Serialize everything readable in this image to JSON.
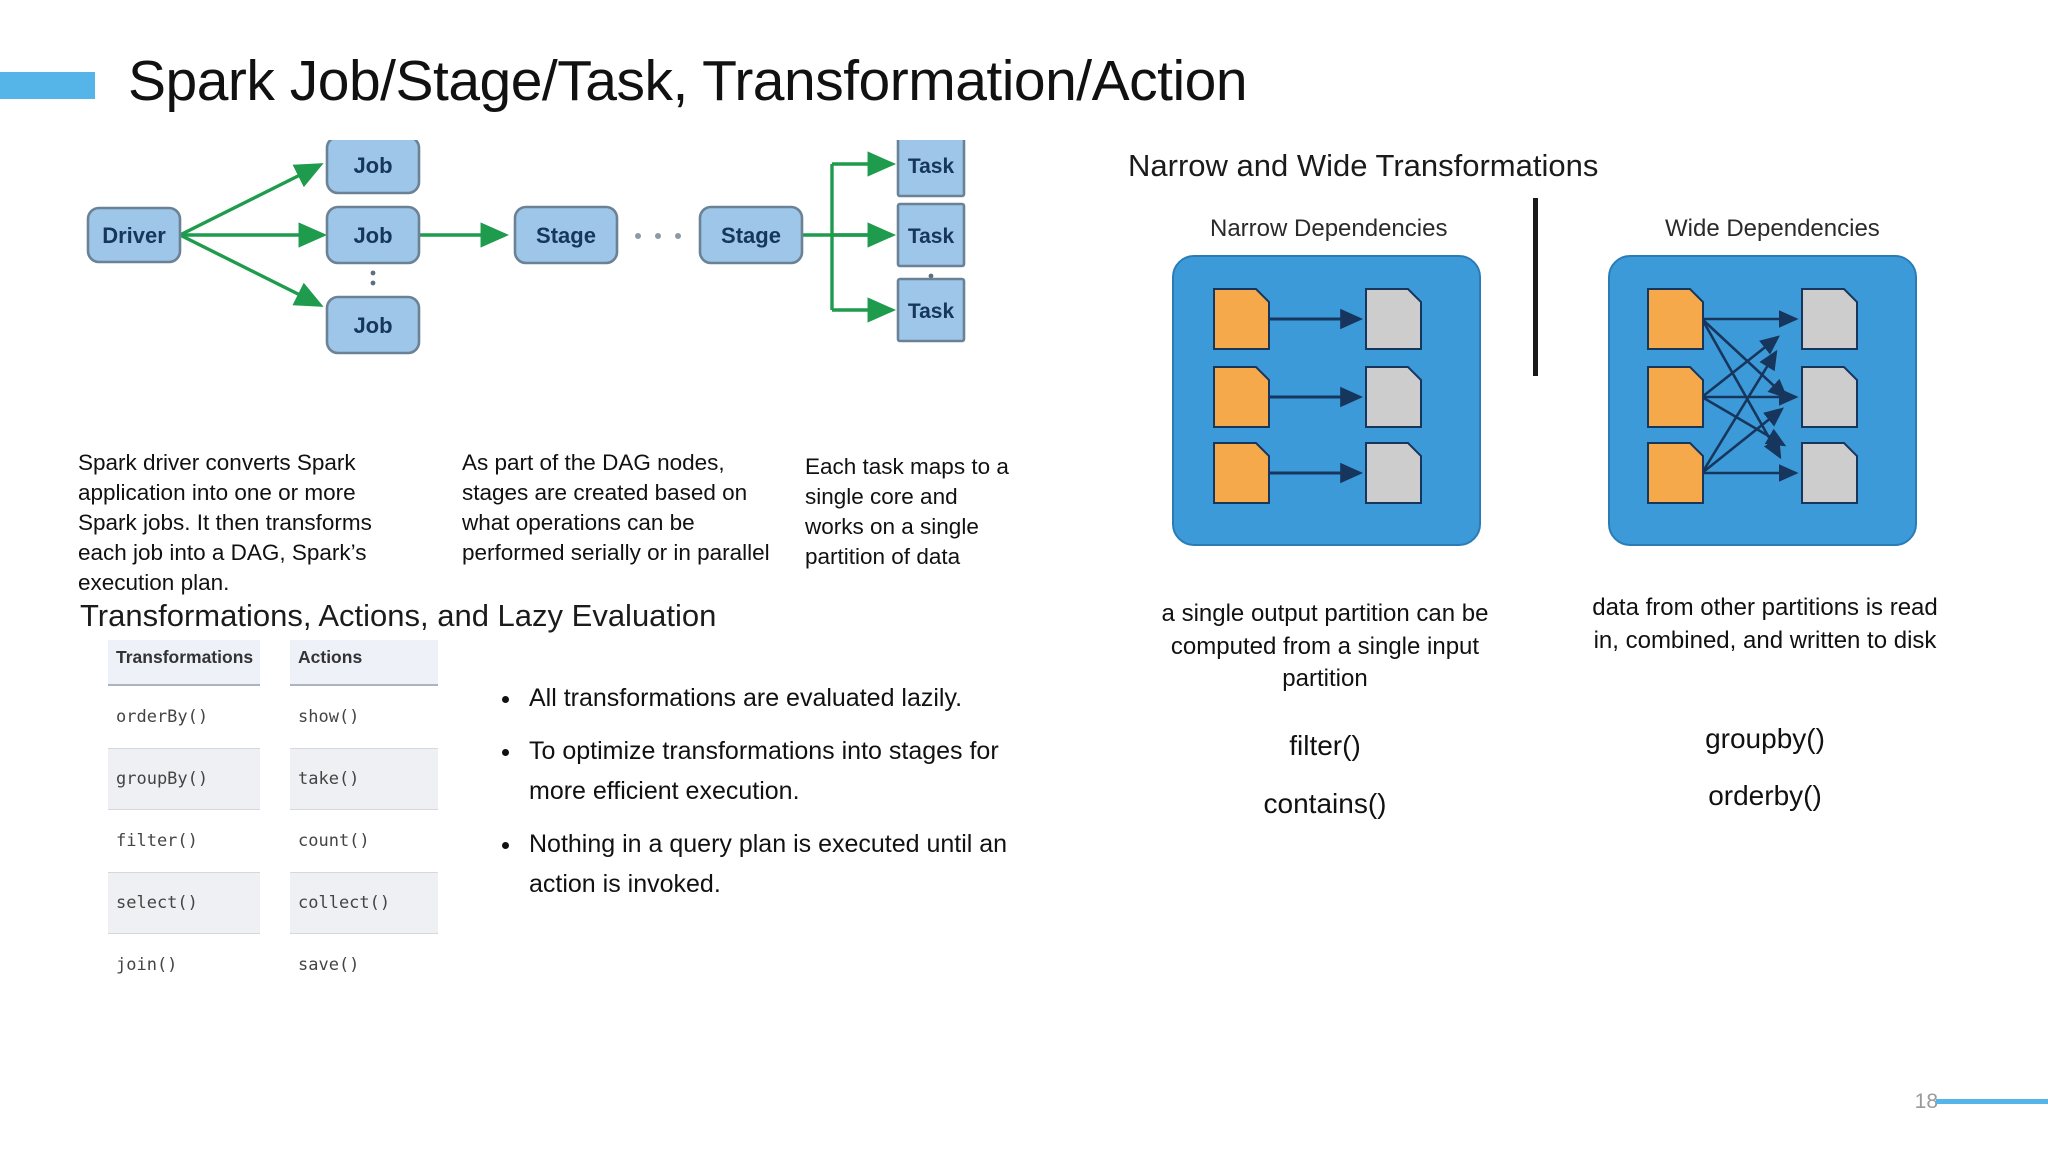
{
  "slide": {
    "title": "Spark Job/Stage/Task, Transformation/Action",
    "page_number": "18",
    "accent_color": "#55b4e8"
  },
  "job_stage_task_diagram": {
    "nodes": {
      "driver": "Driver",
      "job": "Job",
      "stage": "Stage",
      "task": "Task"
    },
    "job_labels": [
      "Job",
      "Job",
      "Job"
    ],
    "stage_labels": [
      "Stage",
      "Stage"
    ],
    "task_labels": [
      "Task",
      "Task",
      "Task"
    ],
    "ellipsis": "· · ·",
    "arrow_color": "#1f9b4e",
    "node_fill": "#9dc6e8",
    "node_stroke": "#6b8296"
  },
  "captions": {
    "driver": "Spark driver converts Spark application into one or more Spark jobs. It then transforms each job into a DAG, Spark’s execution plan.",
    "stage": "As part of the DAG nodes, stages are created based on what operations can be performed serially or in parallel",
    "task": "Each task maps to a single core and works on a single partition of data"
  },
  "lazy_section": {
    "heading": "Transformations, Actions, and Lazy Evaluation",
    "table": {
      "headers": [
        "Transformations",
        "Actions"
      ],
      "transformations": [
        "orderBy()",
        "groupBy()",
        "filter()",
        "select()",
        "join()"
      ],
      "actions": [
        "show()",
        "take()",
        "count()",
        "collect()",
        "save()"
      ]
    },
    "bullets": [
      "All transformations are evaluated lazily.",
      "To optimize transformations into stages for more efficient execution.",
      "Nothing in a query plan is executed until an action is invoked."
    ]
  },
  "narrow_wide_section": {
    "heading": "Narrow and Wide Transformations",
    "narrow": {
      "title": "Narrow Dependencies",
      "caption": "a single output partition can be computed from a single input partition",
      "functions": [
        "filter()",
        "contains()"
      ],
      "input_partitions": 3,
      "output_partitions": 3,
      "edges": [
        [
          0,
          0
        ],
        [
          1,
          1
        ],
        [
          2,
          2
        ]
      ]
    },
    "wide": {
      "title": "Wide Dependencies",
      "caption": "data from other partitions is read in, combined, and written to disk",
      "functions": [
        "groupby()",
        "orderby()"
      ],
      "input_partitions": 3,
      "output_partitions": 3,
      "edges": [
        [
          0,
          0
        ],
        [
          0,
          1
        ],
        [
          0,
          2
        ],
        [
          1,
          0
        ],
        [
          1,
          1
        ],
        [
          1,
          2
        ],
        [
          2,
          0
        ],
        [
          2,
          1
        ],
        [
          2,
          2
        ]
      ]
    },
    "colors": {
      "box": "#3d9ad9",
      "input_partition": "#f5a94a",
      "output_partition": "#cdcdcd",
      "arrow": "#17365d"
    }
  }
}
